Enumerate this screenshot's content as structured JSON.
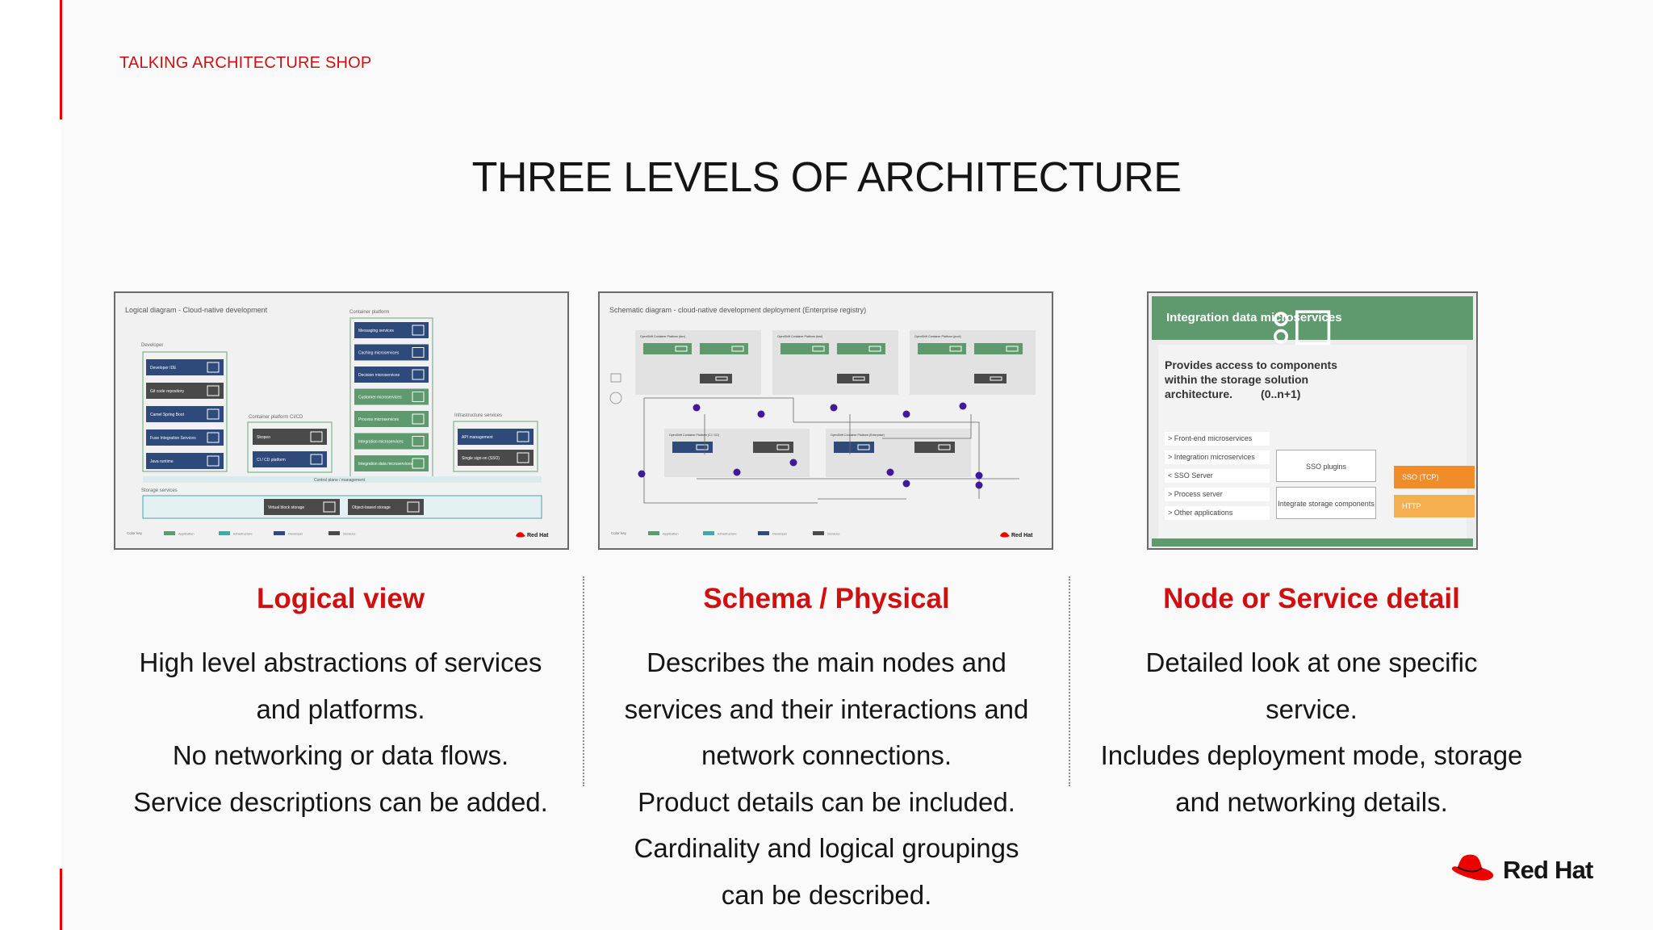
{
  "header": {
    "shop_label": "TALKING ARCHITECTURE SHOP",
    "title": "THREE LEVELS OF ARCHITECTURE"
  },
  "columns": [
    {
      "heading": "Logical  view",
      "lines": [
        "High level abstractions of services",
        "and platforms.",
        "No networking or data flows.",
        "Service descriptions can be added."
      ],
      "thumbnail": {
        "caption": "Logical diagram - Cloud-native development",
        "container_label": "Container platform",
        "developer_label": "Developer",
        "storage_label": "Storage services",
        "infra_label": "Infrastructure services",
        "cicd_label": "Container platform CI/CD",
        "left_boxes": [
          "Developer IDE",
          "Git code repository",
          "Camel Spring Boot",
          "Fuse Integration Services",
          "Java runtime"
        ],
        "container_boxes": [
          "Messaging services",
          "Caching microservices",
          "Decision microservices",
          "Customer microservices",
          "Process microservices",
          "Integration microservices",
          "Integration data microservices"
        ],
        "cicd_boxes": [
          "Skopeo",
          "CI / CD platform"
        ],
        "infra_boxes": [
          "API management",
          "Single sign-on (SSO)"
        ],
        "storage_boxes": [
          "Virtual block storage",
          "Object-based storage"
        ],
        "control_plane": "Control plane / management"
      }
    },
    {
      "heading": "Schema / Physical",
      "lines": [
        "Describes the main nodes and",
        "services and their interactions and",
        "network connections.",
        "Product details can be included.",
        "Cardinality and logical groupings",
        "can be described."
      ],
      "thumbnail": {
        "caption": "Schematic diagram - cloud-native development deployment (Enterprise registry)",
        "clusters": [
          "OpenShift Container Platform (dev)",
          "OpenShift Container Platform (test)",
          "OpenShift Container Platform (prod)"
        ],
        "lower_clusters": [
          "OpenShift Container Platform (CI / CD)",
          "OpenShift Container Platform (Enterprise)"
        ]
      }
    },
    {
      "heading": "Node or Service detail",
      "lines": [
        "Detailed look at one specific",
        "service.",
        "Includes deployment mode, storage",
        "and networking details."
      ],
      "thumbnail": {
        "title": "Integration data microservices",
        "description_lines": [
          "Provides access to components",
          "within the storage solution",
          "architecture.         (0..n+1)"
        ],
        "list_items": [
          "> Front-end microservices",
          "> Integration microservices",
          "< SSO Server",
          "> Process server",
          "> Other applications"
        ],
        "box_sso_plugins": "SSO plugins",
        "box_storage": "Integrate storage components",
        "tag_sso": "SSO (TCP)",
        "tag_http": "HTTP"
      }
    }
  ],
  "thumb_legend": {
    "color_key": "Color key",
    "items": [
      "Application",
      "Infrastructure",
      "Developer",
      "Services"
    ]
  },
  "brand": {
    "name": "Red Hat",
    "accent": "#ee0000"
  },
  "colors": {
    "heading_red": "#d01010",
    "navy_box": "#2d4a7a",
    "green_box": "#5f9a6f",
    "teal": "#4ba3a8",
    "dark_box": "#4a4a4a",
    "orange_tag": "#f08c2a"
  }
}
